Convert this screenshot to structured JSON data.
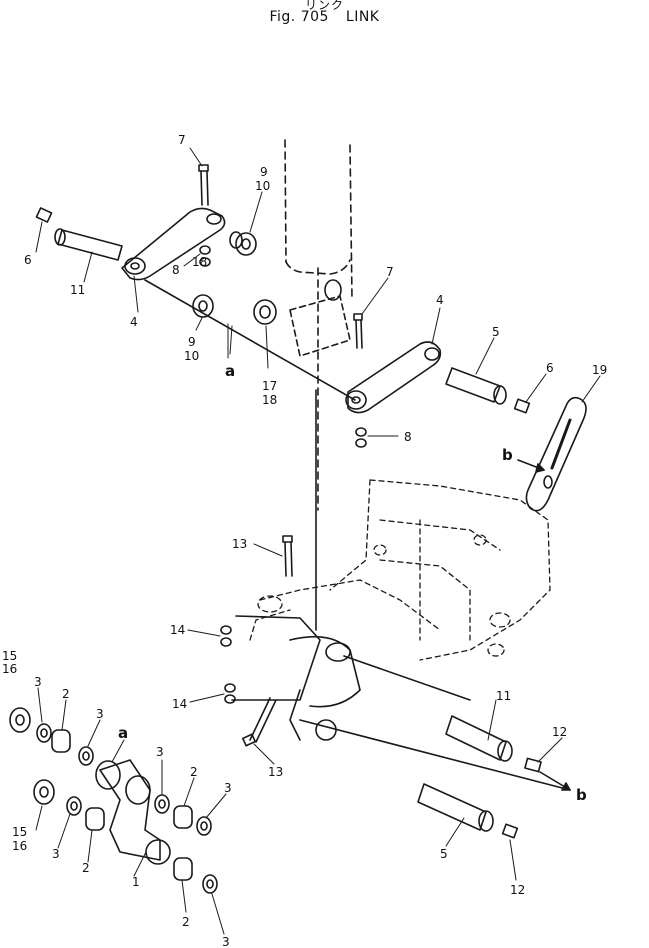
{
  "header": {
    "kana": "リンク",
    "fig_number": "Fig. 705",
    "title": "LINK"
  },
  "labels": {
    "p7_top": "7",
    "p9_top": "9",
    "p10_top": "10",
    "p6_left": "6",
    "p11_top": "11",
    "p8_top": "8",
    "p18_top": "18",
    "p4_left": "4",
    "p9_mid": "9",
    "p10_mid": "10",
    "a_mid": "a",
    "p17": "17",
    "p18_mid": "18",
    "p7_right": "7",
    "p4_right": "4",
    "p5_top": "5",
    "p6_right": "6",
    "p19": "19",
    "p8_right": "8",
    "b_left": "b",
    "p13_top": "13",
    "p14_top": "14",
    "p14_bottom": "14",
    "p13_bottom": "13",
    "p11_bottom": "11",
    "p12_top": "12",
    "b_right": "b",
    "p5_bottom": "5",
    "p12_bottom": "12",
    "p15_top": "15",
    "p16_top": "16",
    "p3_a": "3",
    "p2_a": "2",
    "p3_b": "3",
    "a_bottom": "a",
    "p3_c": "3",
    "p2_b": "2",
    "p3_d": "3",
    "p15_bottom": "15",
    "p16_bottom": "16",
    "p3_e": "3",
    "p2_c": "2",
    "p1": "1",
    "p2_d": "2",
    "p3_f": "3"
  }
}
